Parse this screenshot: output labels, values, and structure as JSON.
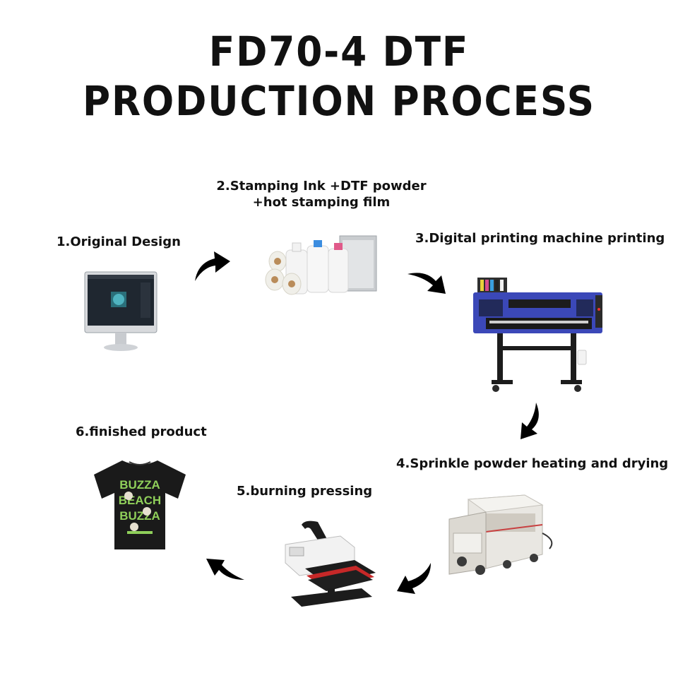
{
  "title": {
    "line1": "FD70-4 DTF",
    "line2": "PRODUCTION PROCESS"
  },
  "steps": [
    {
      "label": "1.Original Design",
      "image": "monitor-icon"
    },
    {
      "label_line1": "2.Stamping Ink +DTF powder",
      "label_line2": "+hot stamping film",
      "image": "ink-bottles-and-film-rolls"
    },
    {
      "label": "3.Digital printing machine printing",
      "image": "dtf-printer"
    },
    {
      "label": "4.Sprinkle powder heating and drying",
      "image": "powder-shaker-dryer"
    },
    {
      "label": "5.burning pressing",
      "image": "heat-press"
    },
    {
      "label": "6.finished product",
      "image": "printed-tshirt"
    }
  ],
  "tshirt_print": {
    "line1": "BUZZA",
    "line2": "BEACH",
    "line3": "BUZZA"
  },
  "colors": {
    "printer_body": "#3b48b8",
    "printer_frame": "#1c1c1c",
    "tshirt": "#1a1a1a",
    "tshirt_print": "#8fcf5a",
    "dryer_body": "#e9e7e2",
    "arrow": "#000000"
  }
}
